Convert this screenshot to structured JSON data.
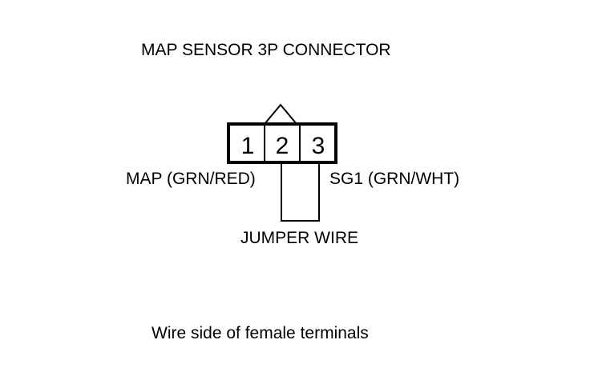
{
  "title": "MAP SENSOR 3P CONNECTOR",
  "pins": [
    "1",
    "2",
    "3"
  ],
  "labels": {
    "map": "MAP (GRN/RED)",
    "sg1": "SG1 (GRN/WHT)",
    "jumper": "JUMPER WIRE"
  },
  "caption": "Wire side of female terminals",
  "colors": {
    "line": "#000000",
    "background": "#ffffff"
  }
}
